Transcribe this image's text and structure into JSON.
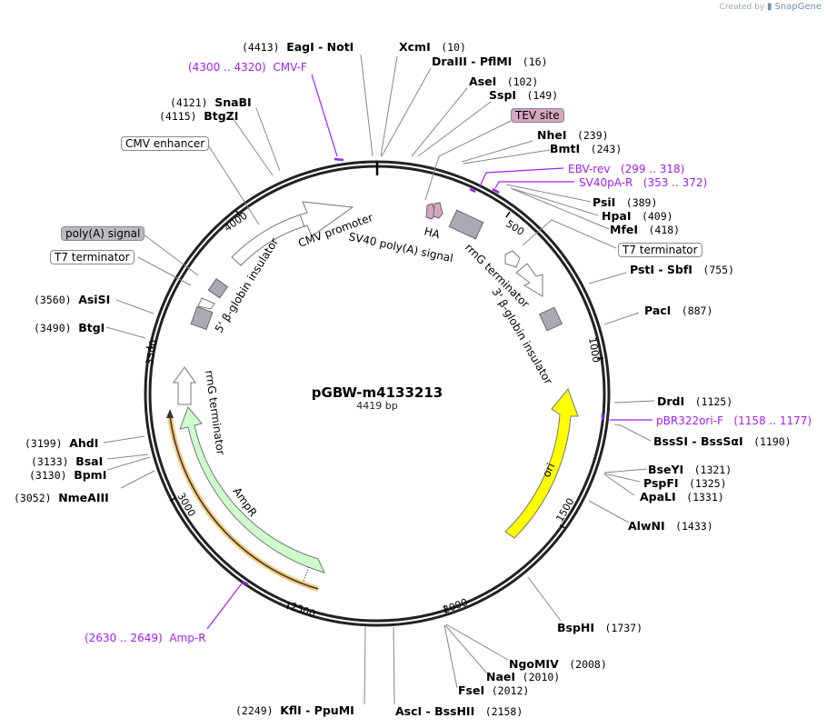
{
  "credit": {
    "prefix": "Created by",
    "brand": "SnapGene"
  },
  "plasmid": {
    "name": "pGBW-m4133213",
    "length_label": "4419 bp",
    "length": 4419
  },
  "ticks": [
    "500",
    "1000",
    "1500",
    "2000",
    "2500",
    "3000",
    "3500",
    "4000"
  ],
  "enzymes": [
    {
      "name": "EagI  -  NotI",
      "pos": "(4413)"
    },
    {
      "name": "XcmI",
      "pos": "(10)"
    },
    {
      "name": "DraIII  -  PflMI",
      "pos": "(16)"
    },
    {
      "name": "AseI",
      "pos": "(102)"
    },
    {
      "name": "SspI",
      "pos": "(149)"
    },
    {
      "name": "NheI",
      "pos": "(239)"
    },
    {
      "name": "BmtI",
      "pos": "(243)"
    },
    {
      "name": "PsiI",
      "pos": "(389)"
    },
    {
      "name": "HpaI",
      "pos": "(409)"
    },
    {
      "name": "MfeI",
      "pos": "(418)"
    },
    {
      "name": "PstI  -  SbfI",
      "pos": "(755)"
    },
    {
      "name": "PacI",
      "pos": "(887)"
    },
    {
      "name": "DrdI",
      "pos": "(1125)"
    },
    {
      "name": "BssSI  -  BssSαI",
      "pos": "(1190)"
    },
    {
      "name": "BseYI",
      "pos": "(1321)"
    },
    {
      "name": "PspFI",
      "pos": "(1325)"
    },
    {
      "name": "ApaLI",
      "pos": "(1331)"
    },
    {
      "name": "AlwNI",
      "pos": "(1433)"
    },
    {
      "name": "BspHI",
      "pos": "(1737)"
    },
    {
      "name": "NgoMIV",
      "pos": "(2008)"
    },
    {
      "name": "NaeI",
      "pos": "(2010)"
    },
    {
      "name": "FseI",
      "pos": "(2012)"
    },
    {
      "name": "AscI  -  BssHII",
      "pos": "(2158)"
    },
    {
      "name": "KflI  -  PpuMI",
      "pos": "(2249)"
    },
    {
      "name": "NmeAIII",
      "pos": "(3052)"
    },
    {
      "name": "BpmI",
      "pos": "(3130)"
    },
    {
      "name": "BsaI",
      "pos": "(3133)"
    },
    {
      "name": "AhdI",
      "pos": "(3199)"
    },
    {
      "name": "BtgI",
      "pos": "(3490)"
    },
    {
      "name": "AsiSI",
      "pos": "(3560)"
    },
    {
      "name": "BtgZI",
      "pos": "(4115)"
    },
    {
      "name": "SnaBI",
      "pos": "(4121)"
    }
  ],
  "primers": [
    {
      "name": "CMV-F",
      "range": "(4300 .. 4320)"
    },
    {
      "name": "EBV-rev",
      "range": "(299 .. 318)"
    },
    {
      "name": "SV40pA-R",
      "range": "(353 .. 372)"
    },
    {
      "name": "pBR322ori-F",
      "range": "(1158 .. 1177)"
    },
    {
      "name": "Amp-R",
      "range": "(2630 .. 2649)"
    }
  ],
  "feature_boxes": [
    {
      "label": "TEV site",
      "style": "pink"
    },
    {
      "label": "T7 terminator",
      "style": "white"
    },
    {
      "label": "CMV enhancer",
      "style": "white"
    },
    {
      "label": "poly(A) signal",
      "style": "grey"
    },
    {
      "label": "T7 terminator",
      "style": "white"
    }
  ],
  "features": [
    {
      "label": "CMV promoter"
    },
    {
      "label": "5' β-globin insulator"
    },
    {
      "label": "SV40 poly(A) signal"
    },
    {
      "label": "HA"
    },
    {
      "label": "rrnG terminator"
    },
    {
      "label": "3' β-globin insulator"
    },
    {
      "label": "ori",
      "color": "#ffff00"
    },
    {
      "label": "AmpR",
      "color": "#ccffcc"
    },
    {
      "label": "rrnG terminator"
    }
  ],
  "colors": {
    "primer": "#a020f0",
    "ori": "#ffff00",
    "ampr": "#ccffcc",
    "amp_promoter": "#f5c97a",
    "grey_feature": "#a8acb2",
    "ha": "#d6a6bf"
  }
}
